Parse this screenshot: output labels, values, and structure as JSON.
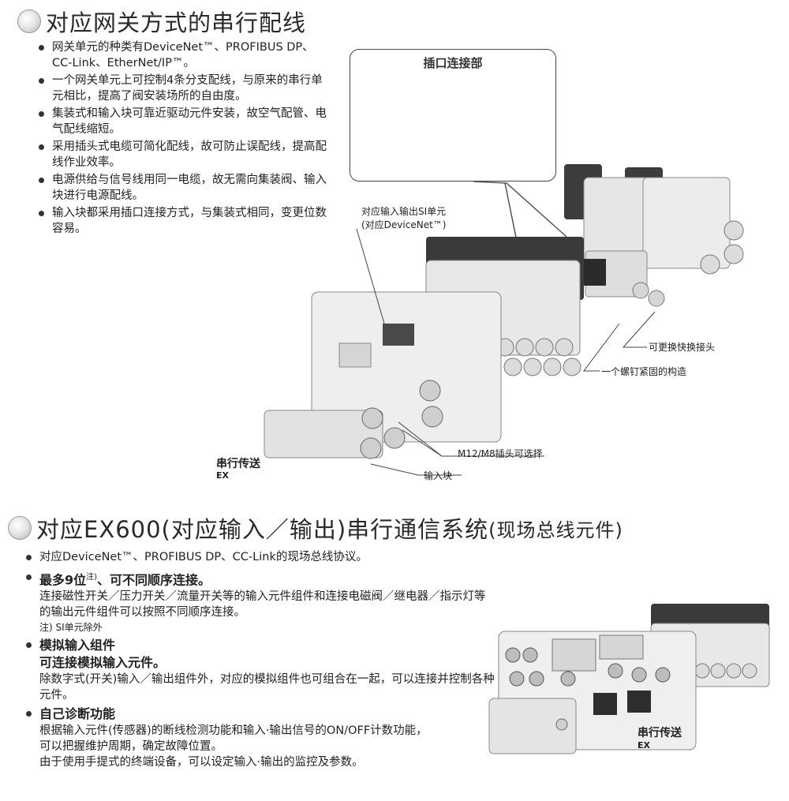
{
  "section1": {
    "title": "对应网关方式的串行配线",
    "bullets": [
      "网关单元的种类有DeviceNet™、PROFIBUS DP、CC-Link、EtherNet/IP™。",
      "一个网关单元上可控制4条分支配线，与原来的串行单元相比，提高了阀安装场所的自由度。",
      "集装式和输入块可靠近驱动元件安装，故空气配管、电气配线缩短。",
      "采用插头式电缆可简化配线，故可防止误配线，提高配线作业效率。",
      "电源供给与信号线用同一电缆，故无需向集装阀、输入块进行电源配线。",
      "输入块都采用插口连接方式，与集装式相同，变更位数容易。"
    ],
    "inset_title": "插口连接部",
    "callouts": {
      "si_unit_line1": "对应输入输出SI单元",
      "si_unit_line2": "(对应DeviceNet™)",
      "quick_fitting": "可更换快换接头",
      "screw_fixed": "一个螺钉紧固的构造",
      "connector": "M12/M8插头可选择",
      "input_block": "输入块"
    },
    "caption": "串行传送",
    "caption_mark": "EX"
  },
  "section2": {
    "title_main": "对应EX600(对应输入／输出)串行通信系统",
    "title_paren": "(现场总线元件)",
    "bullet1": "对应DeviceNet™、PROFIBUS DP、CC-Link的现场总线协议。",
    "bullet2_head": "最多9位",
    "bullet2_sup": "注)",
    "bullet2_tail": "、可不同顺序连接。",
    "bullet2_body": "连接磁性开关／压力开关／流量开关等的输入元件组件和连接电磁阀／继电器／指示灯等的输出元件组件可以按照不同顺序连接。",
    "bullet2_note": "注) SI单元除外",
    "bullet3_head": "模拟输入组件",
    "bullet3_sub": "可连接模拟输入元件。",
    "bullet3_body": "除数字式(开关)输入／输出组件外，对应的模拟组件也可组合在一起，可以连接并控制各种元件。",
    "bullet4_head": "自己诊断功能",
    "bullet4_body1": "根据输入元件(传感器)的断线检测功能和输入·输出信号的ON/OFF计数功能，",
    "bullet4_body2": "可以把握维护周期，确定故障位置。",
    "bullet4_body3": "由于使用手提式的终端设备，可以设定输入·输出的监控及参数。",
    "caption": "串行传送",
    "caption_mark": "EX"
  }
}
